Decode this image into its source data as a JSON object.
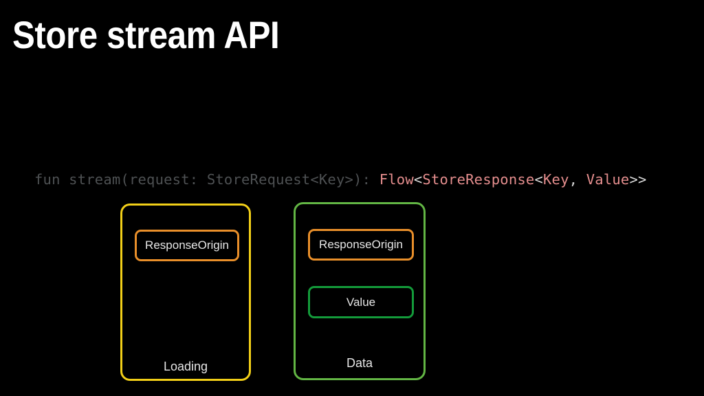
{
  "slide": {
    "title": "Store stream API",
    "background_color": "#000000"
  },
  "code": {
    "dim_prefix": "fun stream(request: StoreRequest<Key>)",
    "colon": ": ",
    "flow": "Flow",
    "open_angle_1": "<",
    "store_response": "StoreResponse",
    "open_angle_2": "<",
    "key": "Key",
    "comma": ", ",
    "value": "Value",
    "close_angles": ">>",
    "dim_color": "#4e5153",
    "identifier_color": "#e58e8e",
    "punctuation_color": "#d8d8d8"
  },
  "boxes": [
    {
      "name": "loading",
      "caption": "Loading",
      "border_color": "#f2cf18",
      "chips": [
        {
          "label": "ResponseOrigin",
          "border_color": "#e98f2a"
        }
      ]
    },
    {
      "name": "data",
      "caption": "Data",
      "border_color": "#62b544",
      "chips": [
        {
          "label": "ResponseOrigin",
          "border_color": "#e98f2a"
        },
        {
          "label": "Value",
          "border_color": "#139b3a"
        }
      ]
    }
  ]
}
